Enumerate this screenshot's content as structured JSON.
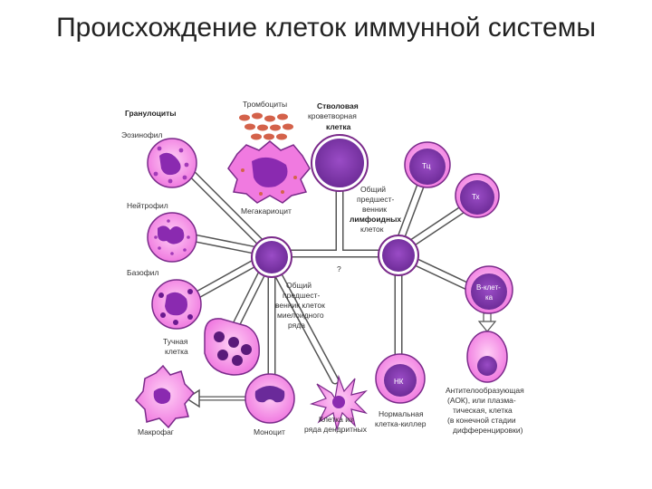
{
  "title": "Происхождение клеток иммунной системы",
  "labels": {
    "granulocytes": "Гранулоциты",
    "eosinophil": "Эозинофил",
    "neutrophil": "Нейтрофил",
    "basophil": "Базофил",
    "mast_cell": [
      "Тучная",
      "клетка"
    ],
    "macrophage": "Макрофаг",
    "monocyte": "Моноцит",
    "platelets": "Тромбоциты",
    "megakaryocyte": "Мегакариоцит",
    "stem_cell": [
      "Стволовая",
      "кроветворная",
      "клетка"
    ],
    "myeloid_precursor": [
      "Общий",
      "предшест-",
      "венник клеток",
      "миелоидного",
      "ряда"
    ],
    "lymphoid_precursor": [
      "Общий",
      "предшест-",
      "венник",
      "лимфоидных",
      "клеток"
    ],
    "dendritic": [
      "Клетка из",
      "ряда дендритных"
    ],
    "nk_cell": [
      "Нормальная",
      "клетка-киллер"
    ],
    "plasma_cell": [
      "Антителообразующая",
      "(АОК), или плазма-",
      "тическая, клетка",
      "(в конечной стадии",
      "дифференцировки)"
    ],
    "question": "?"
  },
  "cell_marks": {
    "tc": "Тц",
    "tx": "Тх",
    "b_cell": [
      "В-клет-",
      "ка"
    ],
    "nk": "НК"
  },
  "colors": {
    "stem": "#8a3fb0",
    "stem_nucleus": "#6a2a9a",
    "cytoplasm": "#f07ae0",
    "granule": "#8a2ab0",
    "platelet": "#d4624a",
    "line": "#555555"
  }
}
